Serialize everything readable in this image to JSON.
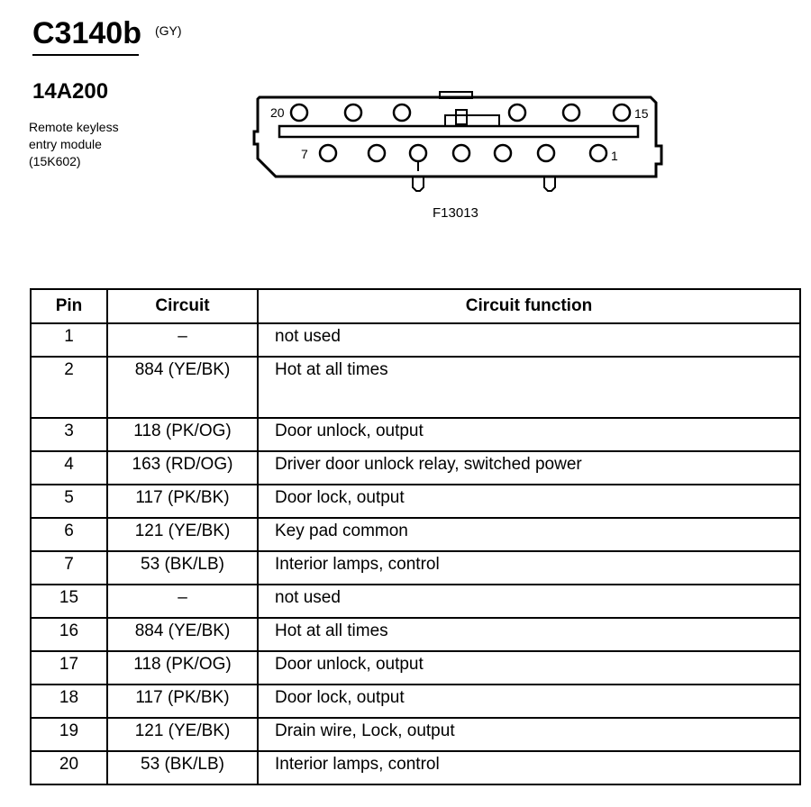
{
  "header": {
    "connector_id": "C3140b",
    "color_code": "(GY)",
    "part_number": "14A200",
    "description": [
      "Remote keyless",
      "entry module",
      "(15K602)"
    ]
  },
  "figure": {
    "id": "F13013",
    "pin_labels": {
      "top_left": "20",
      "top_right": "15",
      "bottom_left": "7",
      "bottom_right": "1"
    }
  },
  "table": {
    "headers": {
      "pin": "Pin",
      "circuit": "Circuit",
      "function": "Circuit function"
    },
    "rows": [
      {
        "pin": "1",
        "circuit": "–",
        "function": "not used"
      },
      {
        "pin": "2",
        "circuit": "884 (YE/BK)",
        "function": "Hot at all times"
      },
      {
        "pin": "3",
        "circuit": "118 (PK/OG)",
        "function": "Door unlock, output"
      },
      {
        "pin": "4",
        "circuit": "163 (RD/OG)",
        "function": "Driver door unlock relay, switched power"
      },
      {
        "pin": "5",
        "circuit": "117 (PK/BK)",
        "function": "Door lock, output"
      },
      {
        "pin": "6",
        "circuit": "121 (YE/BK)",
        "function": "Key pad common"
      },
      {
        "pin": "7",
        "circuit": "53 (BK/LB)",
        "function": "Interior lamps, control"
      },
      {
        "pin": "15",
        "circuit": "–",
        "function": "not used"
      },
      {
        "pin": "16",
        "circuit": "884 (YE/BK)",
        "function": "Hot at all times"
      },
      {
        "pin": "17",
        "circuit": "118 (PK/OG)",
        "function": "Door unlock, output"
      },
      {
        "pin": "18",
        "circuit": "117 (PK/BK)",
        "function": "Door lock, output"
      },
      {
        "pin": "19",
        "circuit": "121 (YE/BK)",
        "function": "Drain wire, Lock, output"
      },
      {
        "pin": "20",
        "circuit": "53 (BK/LB)",
        "function": "Interior lamps, control"
      }
    ]
  }
}
